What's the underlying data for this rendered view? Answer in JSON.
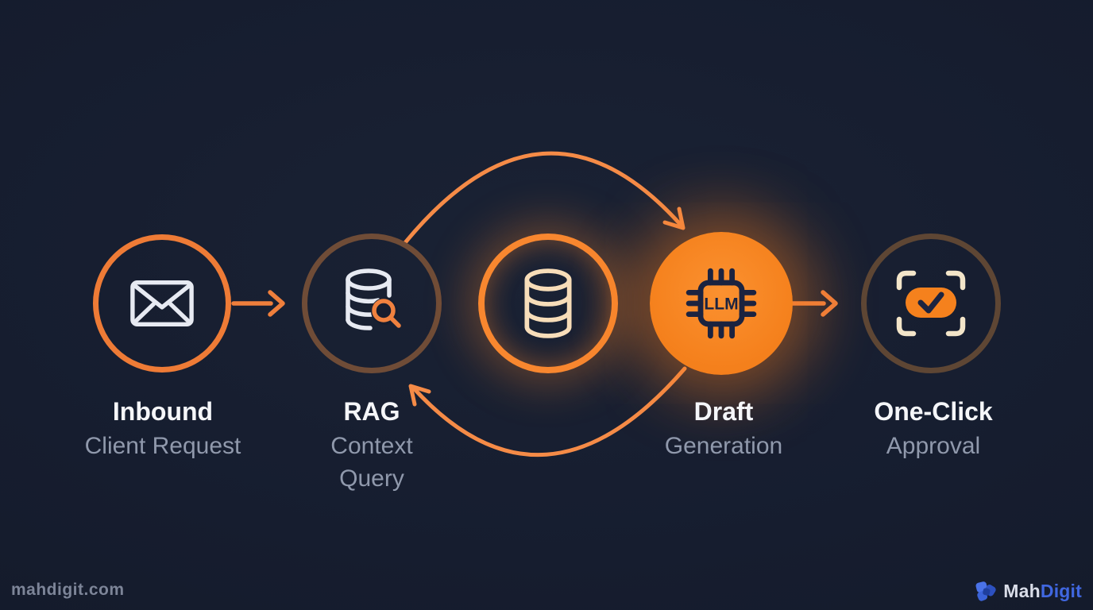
{
  "diagram": {
    "type": "flow",
    "steps": [
      {
        "id": "inbound",
        "title": "Inbound",
        "subtitle": "Client Request",
        "icon": "envelope-icon",
        "circle_style": "bright-ring"
      },
      {
        "id": "rag",
        "title": "RAG",
        "subtitle": "Context Query",
        "icon": "database-search-icon",
        "circle_style": "dim-ring"
      },
      {
        "id": "vector-db",
        "title": "",
        "subtitle": "",
        "icon": "database-icon",
        "circle_style": "glow-ring"
      },
      {
        "id": "draft",
        "title": "Draft",
        "subtitle": "Generation",
        "icon": "llm-chip-icon",
        "chip_text": "LLM",
        "circle_style": "filled-glow"
      },
      {
        "id": "approval",
        "title": "One-Click",
        "subtitle": "Approval",
        "icon": "approval-check-icon",
        "circle_style": "dim-ring"
      }
    ],
    "edges": [
      {
        "from": "inbound",
        "to": "rag",
        "style": "straight-arrow"
      },
      {
        "from": "rag",
        "to": "draft",
        "style": "arc-over-top"
      },
      {
        "from": "draft",
        "to": "rag",
        "style": "arc-under-bottom"
      },
      {
        "from": "draft",
        "to": "approval",
        "style": "straight-arrow"
      }
    ]
  },
  "footer": {
    "watermark": "mahdigit.com",
    "brand_prefix": "Mah",
    "brand_suffix": "Digit"
  },
  "colors": {
    "background": "#161d2f",
    "accent_orange": "#f0813f",
    "arc_orange": "#f58b47",
    "bright_ring": "#ee7b36",
    "dim_ring": "#6f4c37",
    "filled_circle": "#f5811d",
    "title_text": "#f5f6f9",
    "subtitle_text": "#9099ac",
    "icon_white": "#e7eaf2",
    "icon_cream": "#f7ddb9",
    "bracket_cream": "#f3e5c9",
    "chip_dark": "#1b2340",
    "brand_blue": "#4067e0"
  }
}
